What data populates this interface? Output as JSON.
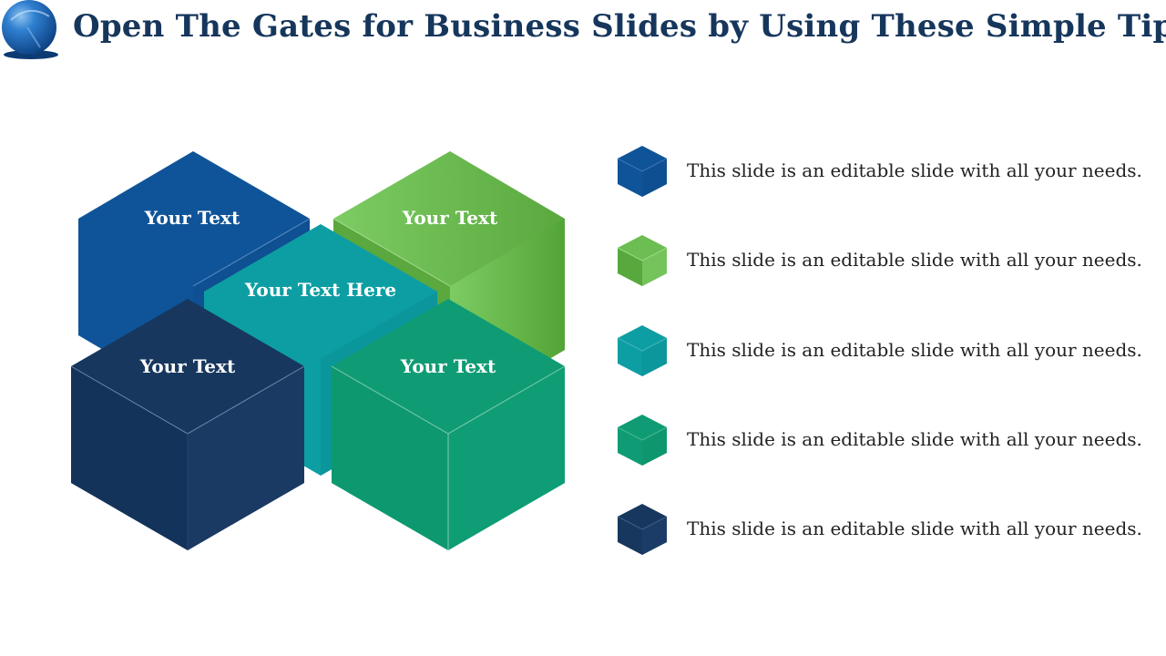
{
  "slide": {
    "title": "Open The Gates for Business Slides by Using These Simple Tips",
    "logo_icon": "blue-sphere-logo-icon"
  },
  "cubes": [
    {
      "id": "top-left",
      "label": "Your Text",
      "color": "#0f5499"
    },
    {
      "id": "top-right",
      "label": "Your Text",
      "color": "#6cbd52"
    },
    {
      "id": "center",
      "label": "Your Text Here",
      "color": "#0d9ea3"
    },
    {
      "id": "bottom-left",
      "label": "Your Text",
      "color": "#17375e"
    },
    {
      "id": "bottom-right",
      "label": "Your Text",
      "color": "#0f9c74"
    }
  ],
  "legend": {
    "items": [
      {
        "text": "This slide is an editable slide with all your needs.",
        "color": "#0f5499"
      },
      {
        "text": "This slide is an editable slide with all your needs.",
        "color": "#6cbd52"
      },
      {
        "text": "This slide is an editable slide with all your needs.",
        "color": "#0d9ea3"
      },
      {
        "text": "This slide is an editable slide with all your needs.",
        "color": "#0f9c74"
      },
      {
        "text": "This slide is an editable slide with all your needs.",
        "color": "#17375e"
      }
    ]
  }
}
